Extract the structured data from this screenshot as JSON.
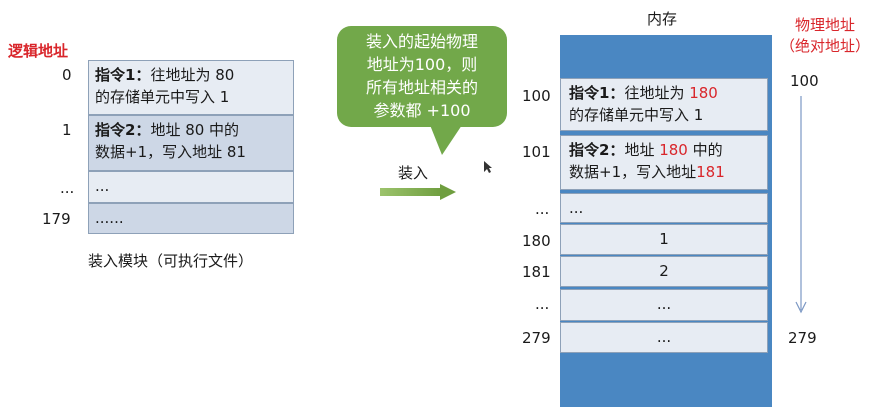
{
  "logical": {
    "title": "逻辑地址",
    "addresses": [
      "0",
      "1",
      "...",
      "179"
    ],
    "instr1": {
      "label": "指令1：",
      "text1": "往地址为 80",
      "text2": "的存储单元中写入 1"
    },
    "instr2": {
      "label": "指令2：",
      "text1": "地址 80 中的",
      "text2": "数据+1，写入地址 81"
    },
    "row3": "...",
    "row4": "......",
    "caption": "装入模块（可执行文件）"
  },
  "callout": {
    "lines": [
      "装入的起始物理",
      "地址为100，则",
      "所有地址相关的",
      "参数都 +100"
    ]
  },
  "load_label": "装入",
  "memory": {
    "title": "内存",
    "phys_title_line1": "物理地址",
    "phys_title_line2": "（绝对地址）",
    "phys_top": "100",
    "phys_bottom": "279",
    "addresses": [
      "100",
      "101",
      "...",
      "180",
      "181",
      "...",
      "279"
    ],
    "instr1": {
      "label": "指令1：",
      "text1a": "往地址为 ",
      "text1b": "180",
      "text2": "的存储单元中写入 1"
    },
    "instr2": {
      "label": "指令2：",
      "text1a": "地址 ",
      "text1b": "180",
      "text1c": " 中的",
      "text2a": "数据+1，写入地址",
      "text2b": "181"
    },
    "rows": [
      "...",
      "1",
      "2",
      "...",
      "..."
    ]
  },
  "colors": {
    "memory_blue": "#4a87c2",
    "callout_green": "#72a84a",
    "red": "#d9262b"
  }
}
